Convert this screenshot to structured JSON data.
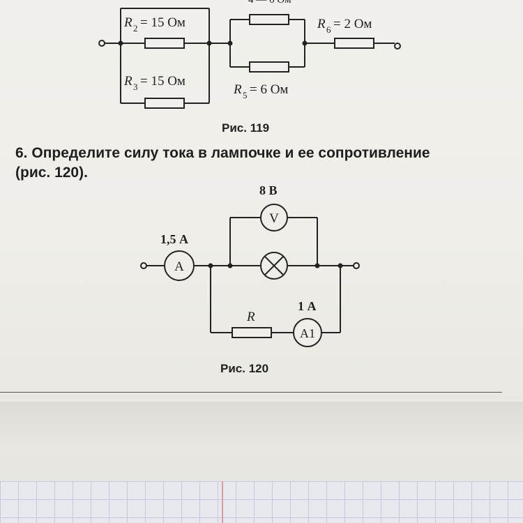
{
  "figure_119": {
    "caption": "Рис. 119",
    "labels": {
      "r2": "R",
      "r2_sub": "2",
      "r2_val": "= 15 Ом",
      "r3": "R",
      "r3_sub": "3",
      "r3_val": "= 15 Ом",
      "r4_partial": "4 — 6 Ом",
      "r5": "R",
      "r5_sub": "5",
      "r5_val": "= 6 Ом",
      "r6": "R",
      "r6_sub": "6",
      "r6_val": "= 2 Ом"
    }
  },
  "problem": {
    "number": "6.",
    "text_line1": "Определите силу тока в лампочке и ее сопротивление",
    "text_line2": "(рис. 120)."
  },
  "figure_120": {
    "caption": "Рис. 120",
    "voltmeter_reading": "8 В",
    "voltmeter_symbol": "V",
    "ammeter_reading": "1,5 А",
    "ammeter_symbol": "А",
    "ammeter1_reading": "1 А",
    "ammeter1_symbol": "А1",
    "resistor_label": "R"
  }
}
